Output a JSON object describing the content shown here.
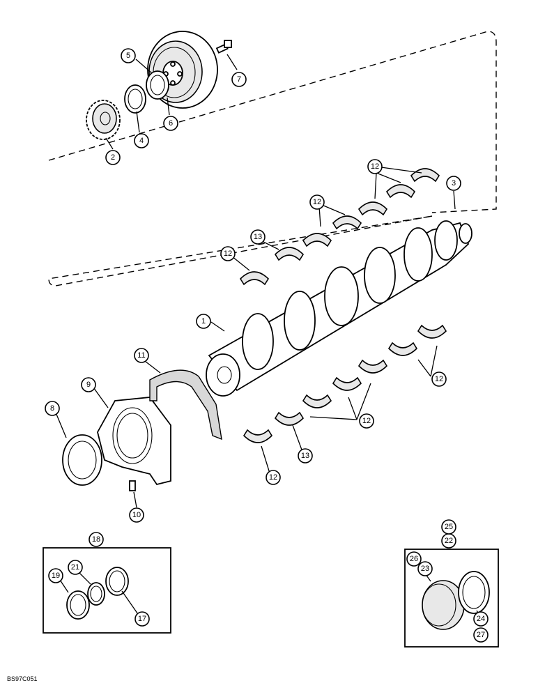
{
  "diagram": {
    "drawing_code": "BS97C051",
    "callouts": [
      {
        "id": "c1",
        "label": "1"
      },
      {
        "id": "c2",
        "label": "2"
      },
      {
        "id": "c3",
        "label": "3"
      },
      {
        "id": "c4",
        "label": "4"
      },
      {
        "id": "c5",
        "label": "5"
      },
      {
        "id": "c6",
        "label": "6"
      },
      {
        "id": "c7",
        "label": "7"
      },
      {
        "id": "c8",
        "label": "8"
      },
      {
        "id": "c9",
        "label": "9"
      },
      {
        "id": "c10",
        "label": "10"
      },
      {
        "id": "c11",
        "label": "11"
      },
      {
        "id": "c12a",
        "label": "12"
      },
      {
        "id": "c12b",
        "label": "12"
      },
      {
        "id": "c12c",
        "label": "12"
      },
      {
        "id": "c12d",
        "label": "12"
      },
      {
        "id": "c12e",
        "label": "12"
      },
      {
        "id": "c12f",
        "label": "12"
      },
      {
        "id": "c13a",
        "label": "13"
      },
      {
        "id": "c13b",
        "label": "13"
      },
      {
        "id": "c17",
        "label": "17"
      },
      {
        "id": "c18",
        "label": "18"
      },
      {
        "id": "c19",
        "label": "19"
      },
      {
        "id": "c21",
        "label": "21"
      },
      {
        "id": "c22",
        "label": "22"
      },
      {
        "id": "c23",
        "label": "23"
      },
      {
        "id": "c24",
        "label": "24"
      },
      {
        "id": "c25",
        "label": "25"
      },
      {
        "id": "c26",
        "label": "26"
      },
      {
        "id": "c27",
        "label": "27"
      }
    ]
  }
}
